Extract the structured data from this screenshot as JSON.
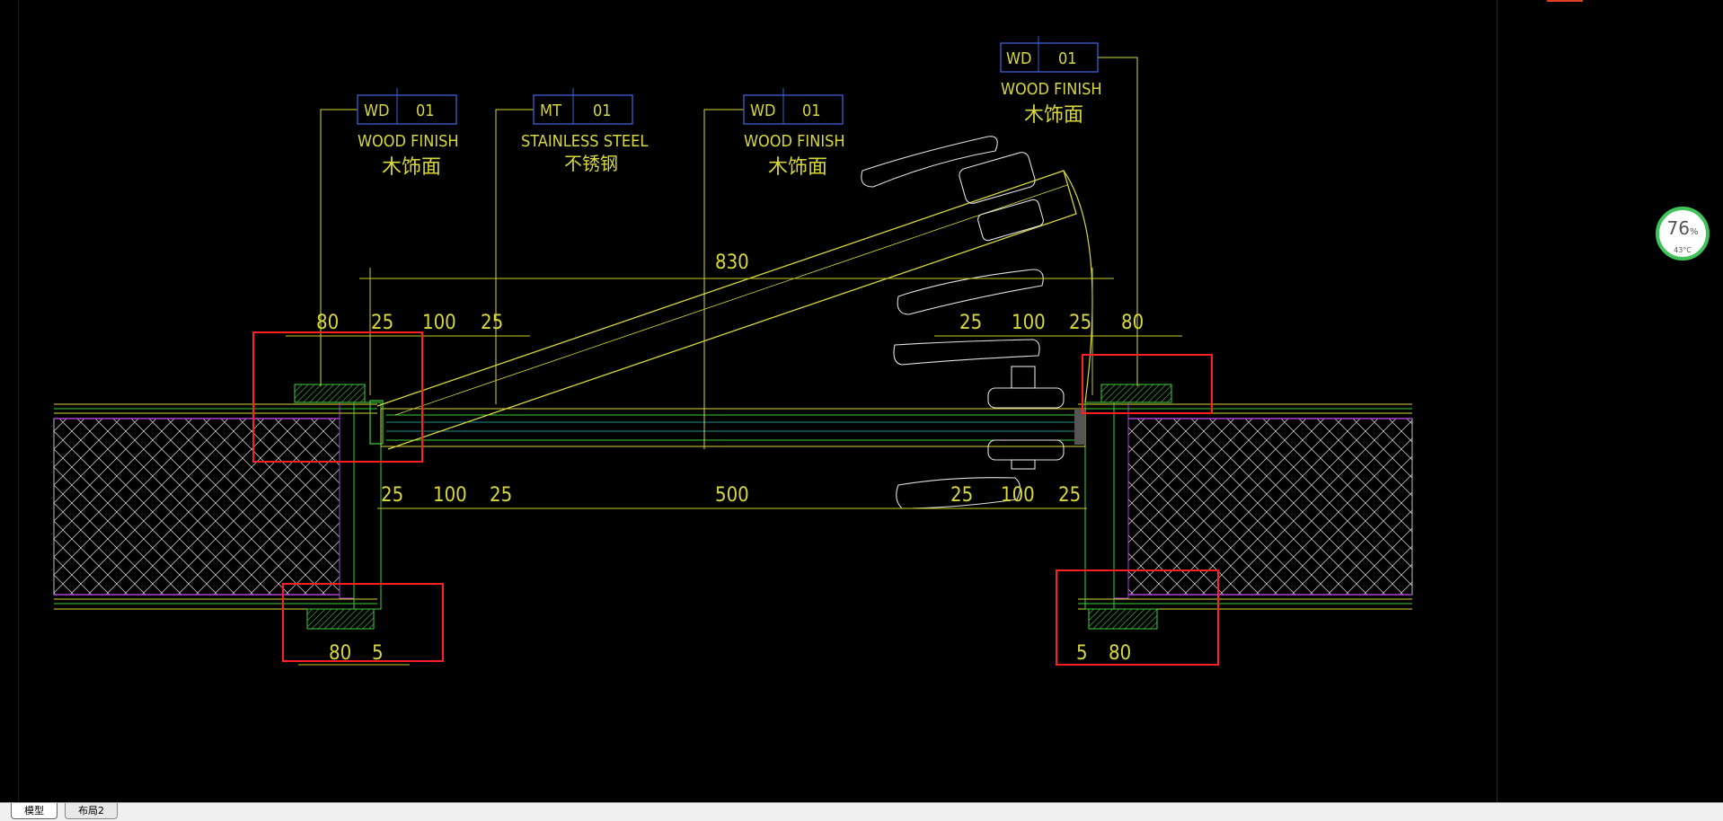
{
  "tags": [
    {
      "code": "WD",
      "num": "01",
      "label_en": "WOOD FINISH",
      "label_cn": "木饰面"
    },
    {
      "code": "MT",
      "num": "01",
      "label_en": "STAINLESS STEEL",
      "label_cn": "不锈钢"
    },
    {
      "code": "WD",
      "num": "01",
      "label_en": "WOOD FINISH",
      "label_cn": "木饰面"
    },
    {
      "code": "WD",
      "num": "01",
      "label_en": "WOOD FINISH",
      "label_cn": "木饰面"
    }
  ],
  "dimensions": {
    "overall_top": "830",
    "top_left": [
      "80",
      "25",
      "100",
      "25"
    ],
    "top_right": [
      "25",
      "100",
      "25",
      "80"
    ],
    "mid_left": [
      "25",
      "100",
      "25"
    ],
    "mid_center": "500",
    "mid_right": [
      "25",
      "100",
      "25"
    ],
    "bottom_left": [
      "80",
      "5"
    ],
    "bottom_right": [
      "5",
      "80"
    ]
  },
  "status_badge": {
    "percent": "76",
    "percent_sign": "%",
    "temperature": "43°C"
  },
  "tabs": [
    {
      "label": "模型",
      "active": true
    },
    {
      "label": "布局2",
      "active": false
    }
  ],
  "colors": {
    "background": "#000000",
    "annotation_yellow": "#d8d83a",
    "dimension_yellow": "#c8c828",
    "tag_blue": "#3a5fd8",
    "highlight_red": "#ff2020",
    "wall_magenta": "#b040d0",
    "door_green": "#39d13a",
    "hatch_grey": "#c8c8c8",
    "hardware_white": "#e0e0e0"
  }
}
